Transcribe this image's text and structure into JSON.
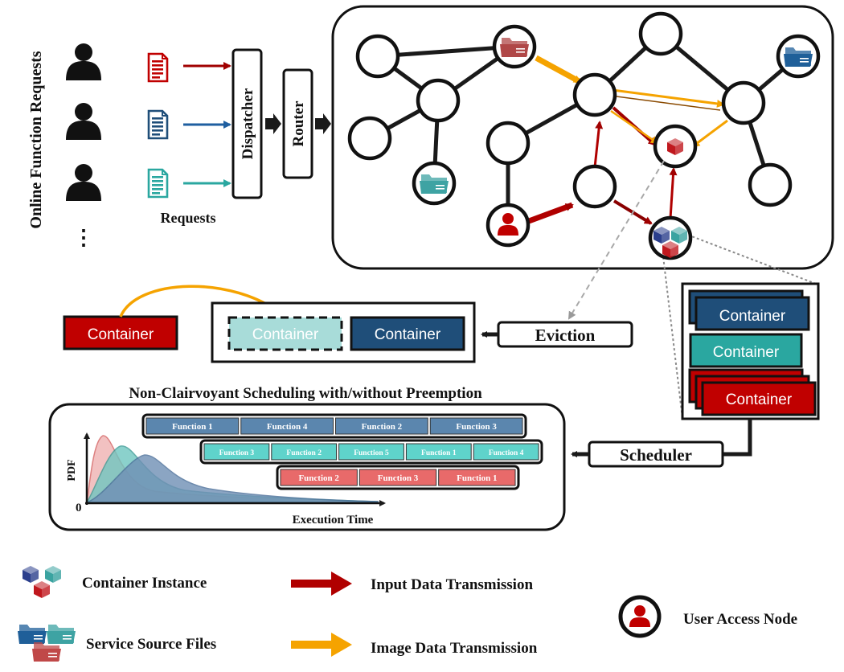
{
  "side_label": "Online Function Requests",
  "more_users": "⋮",
  "requests_label": "Requests",
  "dispatcher_label": "Dispatcher",
  "router_label": "Router",
  "container_label": "Container",
  "eviction_label": "Eviction",
  "scheduler_label": "Scheduler",
  "scheduling_title": "Non-Clairvoyant Scheduling with/without Preemption",
  "plot": {
    "ylabel": "PDF",
    "xlabel": "Execution Time",
    "origin": "0"
  },
  "queues": [
    {
      "row": 1,
      "color": "#5b86ae",
      "items": [
        "Function 1",
        "Function 4",
        "Function 2",
        "Function 3"
      ]
    },
    {
      "row": 2,
      "color": "#5fd3cb",
      "items": [
        "Function 3",
        "Function 2",
        "Function 5",
        "Function 1",
        "Function 4"
      ]
    },
    {
      "row": 3,
      "color": "#e86a6a",
      "items": [
        "Function 2",
        "Function 3",
        "Function 1"
      ]
    }
  ],
  "legend": {
    "container_instance": "Container Instance",
    "service_source_files": "Service Source Files",
    "input_data_transmission": "Input Data Transmission",
    "image_data_transmission": "Image Data Transmission",
    "user_access_node": "User Access Node"
  },
  "colors": {
    "red": "#c00000",
    "navy": "#1f4e79",
    "teal": "#2aa7a0",
    "orange": "#f5a300",
    "grey_arrow": "#9a9a9a"
  },
  "icons": [
    "user-icon",
    "document-icon",
    "folder-icon",
    "cube-icon"
  ]
}
